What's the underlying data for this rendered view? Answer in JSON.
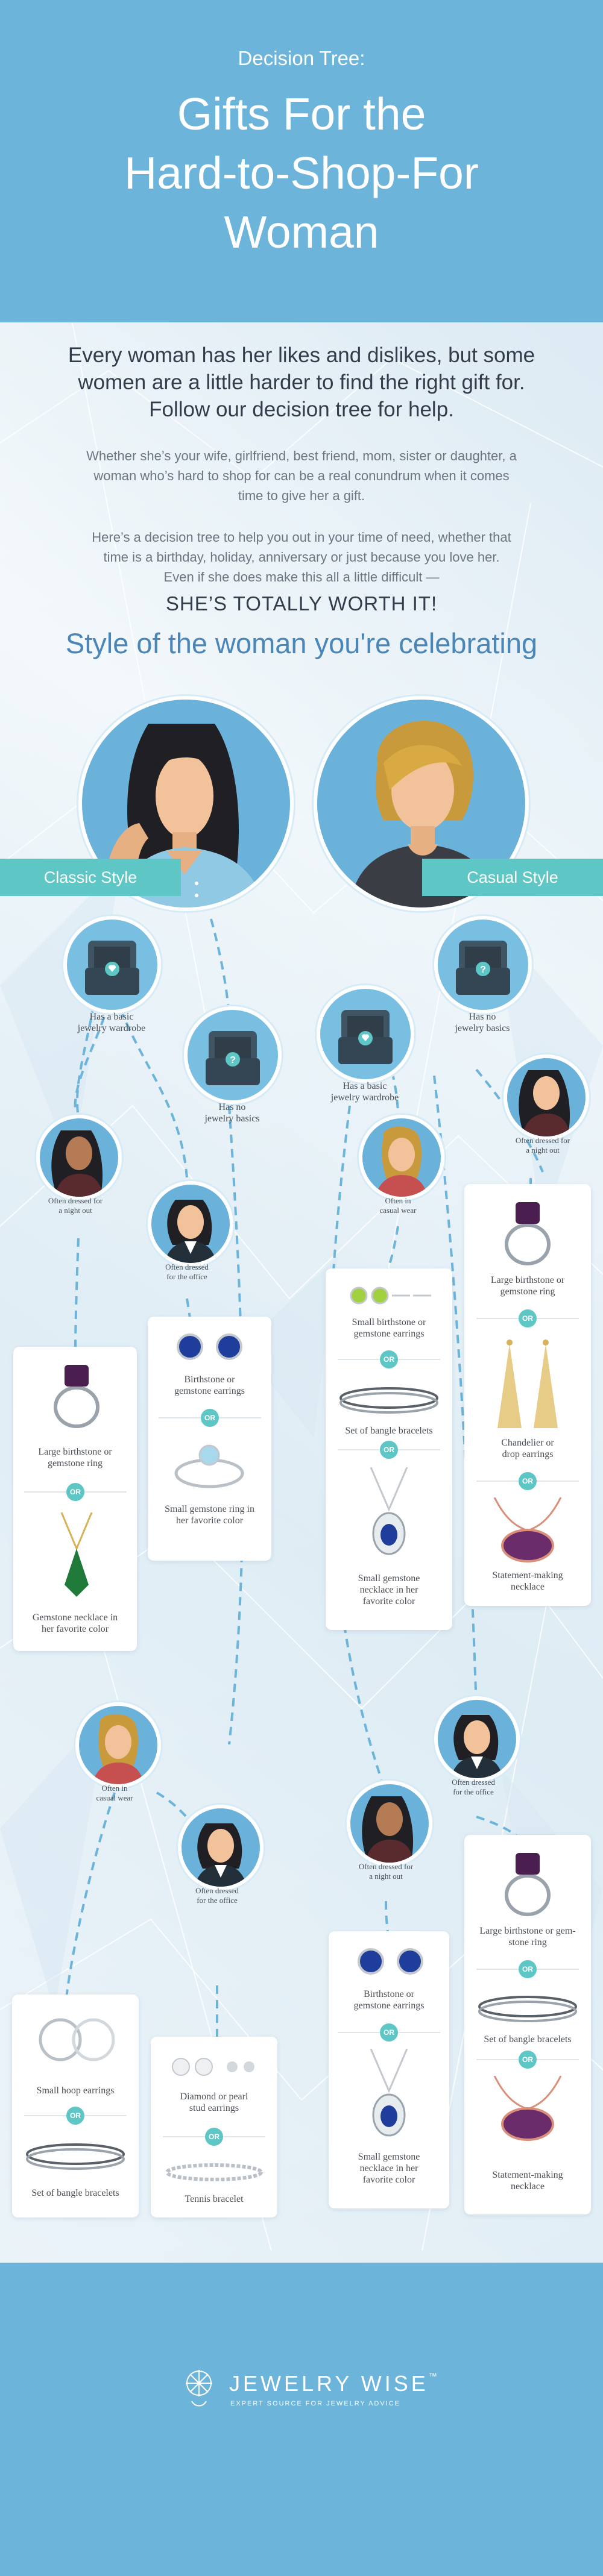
{
  "header": {
    "kicker": "Decision Tree:",
    "title_lines": [
      "Gifts For the",
      "Hard-to-Shop-For",
      "Woman"
    ]
  },
  "intro": {
    "lead_lines": [
      "Every woman has her likes and dislikes, but some",
      "women are a little harder to find the right gift for.",
      "Follow our decision tree for help."
    ],
    "p1_lines": [
      "Whether she’s your wife, girlfriend, best friend, mom, sister or daughter, a",
      "woman who’s hard to shop for can be a real conundrum when it comes",
      "time to give her a gift."
    ],
    "p2_lines": [
      "Here’s a decision tree to help you out in your time of need, whether that",
      "time is a birthday, holiday, anniversary or just because you love her.",
      "Even if she does make this all a little difficult —"
    ],
    "worth": "SHE’S TOTALLY WORTH IT!",
    "section_title": "Style of the woman you're celebrating"
  },
  "styles": {
    "classic": "Classic Style",
    "casual": "Casual Style"
  },
  "boxes": {
    "classic_basic": [
      "Has a basic",
      "jewelry wardrobe"
    ],
    "classic_nobasics": [
      "Has no",
      "jewelry basics"
    ],
    "casual_basic": [
      "Has a basic",
      "jewelry wardrobe"
    ],
    "casual_nobasics": [
      "Has no",
      "jewelry basics"
    ]
  },
  "women": {
    "w1": [
      "Often dressed for",
      "a night out"
    ],
    "w2": [
      "Often dressed",
      "for the office"
    ],
    "w3": [
      "Often in",
      "casual wear"
    ],
    "w4": [
      "Often dressed for",
      "a night out"
    ],
    "w5": [
      "Often in",
      "casual wear"
    ],
    "w6": [
      "Often dressed",
      "for the office"
    ],
    "w7": [
      "Often dressed",
      "for the office"
    ],
    "w8": [
      "Often dressed for",
      "a night out"
    ]
  },
  "or_label": "OR",
  "cards": {
    "c1": [
      [
        "Large birthstone or",
        "gemstone ring"
      ],
      [
        "Gemstone necklace in",
        "her favorite color"
      ]
    ],
    "c2": [
      [
        "Birthstone or",
        "gemstone earrings"
      ],
      [
        "Small gemstone ring in",
        "her favorite color"
      ]
    ],
    "c3": [
      [
        "Small birthstone or",
        "gemstone earrings"
      ],
      [
        "Set of bangle bracelets"
      ],
      [
        "Small gemstone",
        "necklace in her",
        "favorite color"
      ]
    ],
    "c4": [
      [
        "Large birthstone or",
        "gemstone ring"
      ],
      [
        "Chandelier or",
        "drop earrings"
      ],
      [
        "Statement-making",
        "necklace"
      ]
    ],
    "c5": [
      [
        "Small hoop earrings"
      ],
      [
        "Set of bangle bracelets"
      ]
    ],
    "c6": [
      [
        "Diamond or pearl",
        "stud earrings"
      ],
      [
        "Tennis bracelet"
      ]
    ],
    "c7": [
      [
        "Birthstone or",
        "gemstone earrings"
      ],
      [
        "Small gemstone",
        "necklace in her",
        "favorite color"
      ]
    ],
    "c8": [
      [
        "Large birthstone or gem-",
        "stone ring"
      ],
      [
        "Set of bangle bracelets"
      ],
      [
        "Statement-making",
        "necklace"
      ]
    ]
  },
  "footer": {
    "brand": "JEWELRY WISE",
    "tm": "™",
    "tagline": "EXPERT SOURCE FOR JEWELRY ADVICE"
  },
  "colors": {
    "header_blue": "#6cb4da",
    "teal": "#5ec7c5",
    "title_blue": "#4a86b8",
    "text_dark": "#333c4a"
  }
}
